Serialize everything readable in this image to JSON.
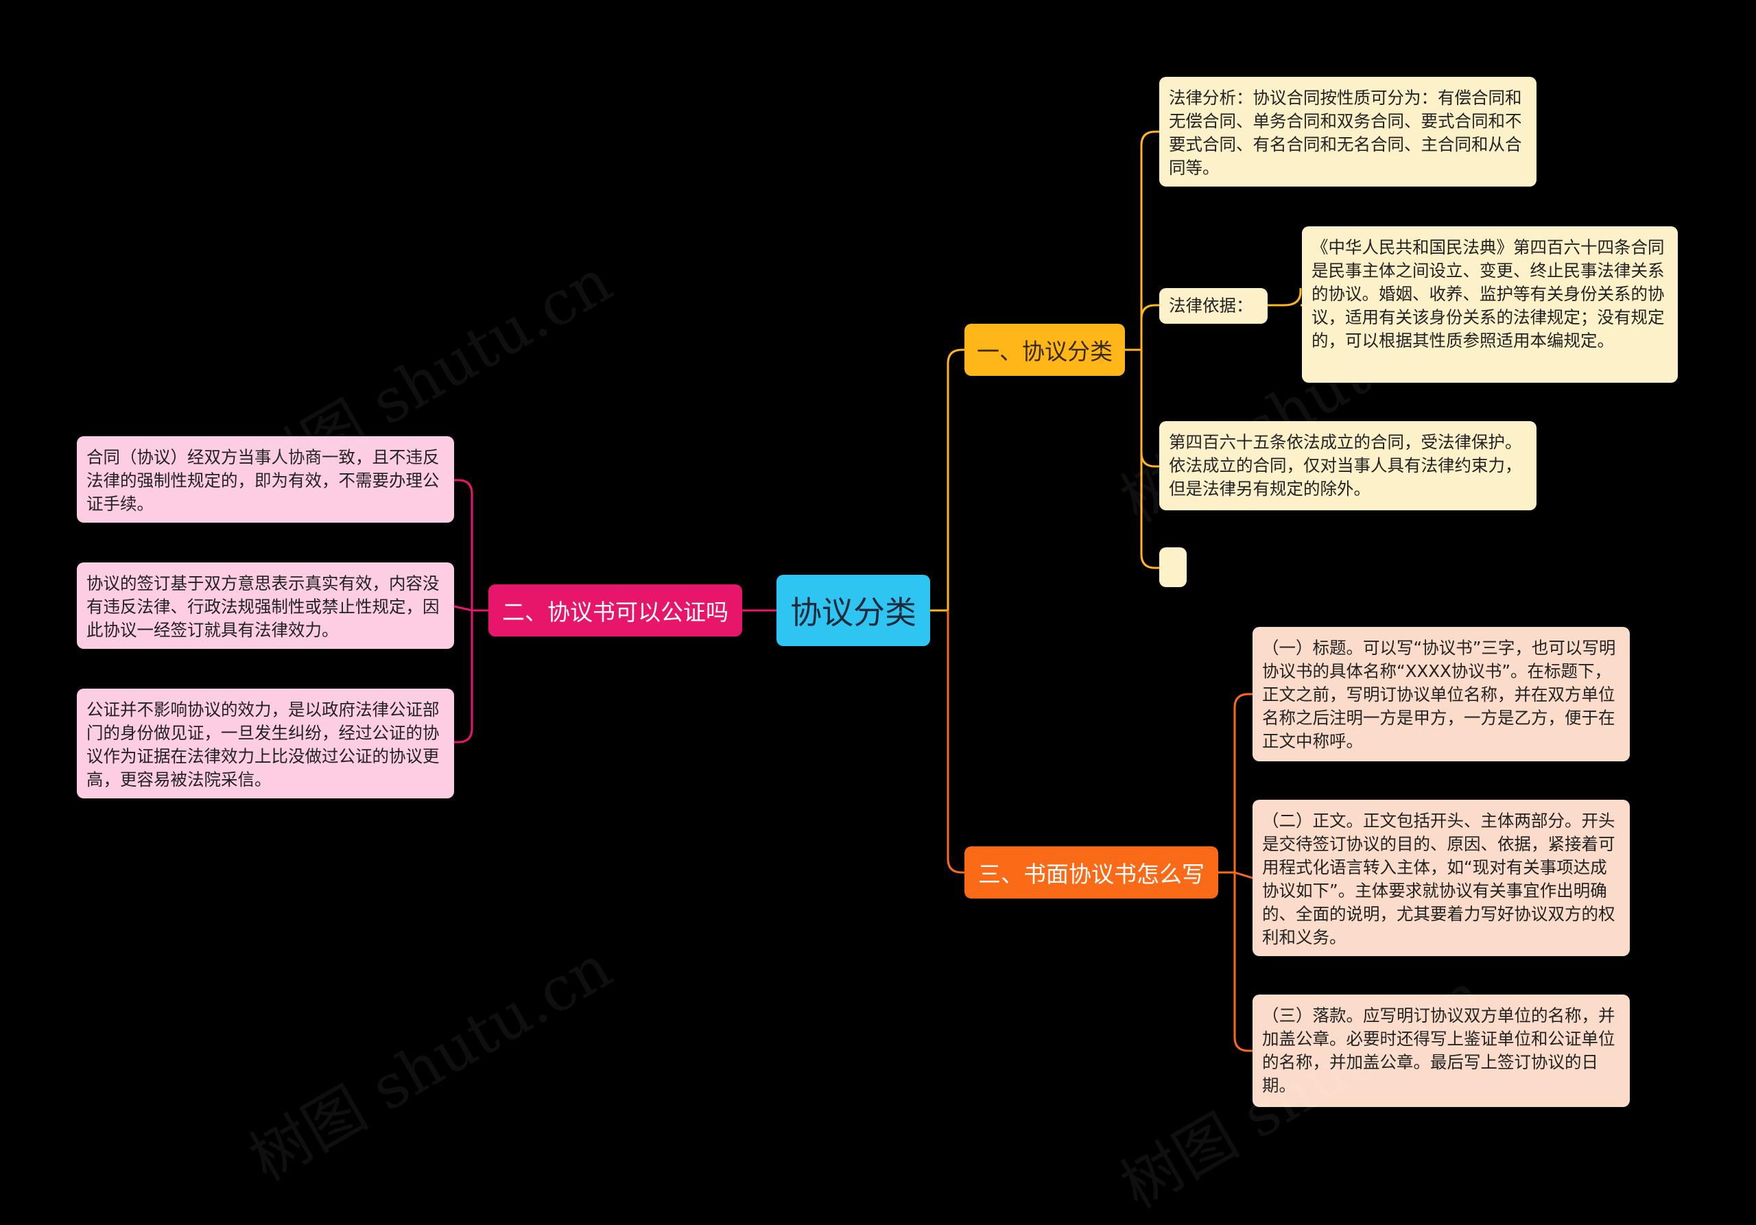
{
  "center": {
    "label": "协议分类"
  },
  "branches": {
    "b1": {
      "label": "一、协议分类",
      "color": "#ffb619",
      "items": {
        "analysis": "法律分析：协议合同按性质可分为：有偿合同和无偿合同、单务合同和双务合同、要式合同和不要式合同、有名合同和无名合同、主合同和从合同等。",
        "basis_label": "法律依据：",
        "basis_text": "《中华人民共和国民法典》第四百六十四条合同是民事主体之间设立、变更、终止民事法律关系的协议。婚姻、收养、监护等有关身份关系的协议，适用有关该身份关系的法律规定；没有规定的，可以根据其性质参照适用本编规定。",
        "art465": "第四百六十五条依法成立的合同，受法律保护。依法成立的合同，仅对当事人具有法律约束力，但是法律另有规定的除外。",
        "empty": ""
      }
    },
    "b2": {
      "label": "二、协议书可以公证吗",
      "color": "#e8166a",
      "items": [
        "合同（协议）经双方当事人协商一致，且不违反法律的强制性规定的，即为有效，不需要办理公证手续。",
        "协议的签订基于双方意思表示真实有效，内容没有违反法律、行政法规强制性或禁止性规定，因此协议一经签订就具有法律效力。",
        "公证并不影响协议的效力，是以政府法律公证部门的身份做见证，一旦发生纠纷，经过公证的协议作为证据在法律效力上比没做过公证的协议更高，更容易被法院采信。"
      ]
    },
    "b3": {
      "label": "三、书面协议书怎么写",
      "color": "#fb6a16",
      "items": [
        "（一）标题。可以写“协议书”三字，也可以写明协议书的具体名称“XXXX协议书”。在标题下，正文之前，写明订协议单位名称，并在双方单位名称之后注明一方是甲方，一方是乙方，便于在正文中称呼。",
        "（二）正文。正文包括开头、主体两部分。开头是交待签订协议的目的、原因、依据，紧接着可用程式化语言转入主体，如“现对有关事项达成协议如下”。主体要求就协议有关事宜作出明确的、全面的说明，尤其要着力写好协议双方的权利和义务。",
        "（三）落款。应写明订协议双方单位的名称，并加盖公章。必要时还得写上鉴证单位和公证单位的名称，并加盖公章。最后写上签订协议的日期。"
      ]
    }
  },
  "watermark": "树图 shutu.cn"
}
